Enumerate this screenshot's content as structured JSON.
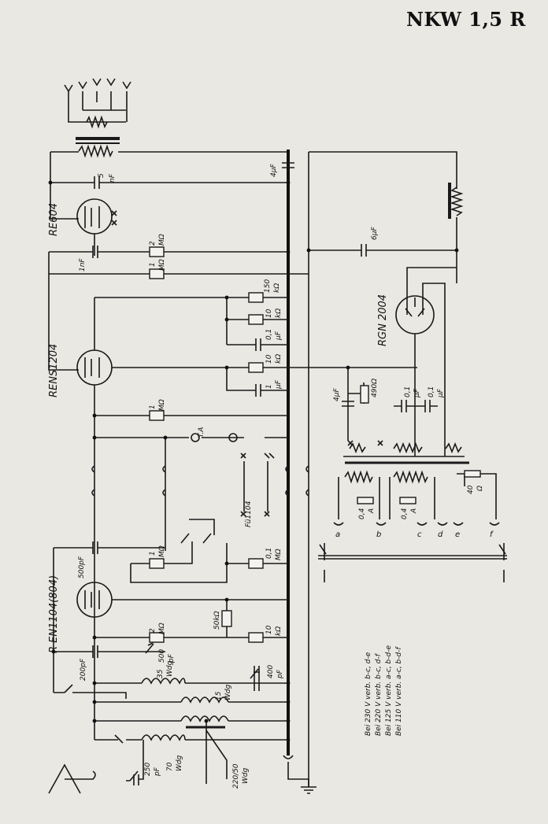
{
  "title": "NKW 1,5 R",
  "tubes": [
    "RE604",
    "RENS1204",
    "R EN1104(804)",
    "RGN 2004"
  ],
  "labels": {
    "c_5nF_val": "5",
    "c_5nF_unit": "nF",
    "c_4uF_top": "4µF",
    "c_1nF": "1nF",
    "r_2M_top_val": "2",
    "r_2M_top_unit": "MΩ",
    "c_6uF": "6µF",
    "r_1M_a_val": "1",
    "r_1M_a_unit": "MΩ",
    "r_150k_val": "150",
    "r_150k_unit": "kΩ",
    "r_10k_a_val": "10",
    "r_10k_a_unit": "kΩ",
    "c_01uF_a_val": "0,1",
    "c_01uF_a_unit": "µF",
    "r_10k_b_val": "10",
    "r_10k_b_unit": "kΩ",
    "c_1uF_val": "1",
    "c_1uF_unit": "µF",
    "r_1M_b_val": "1",
    "r_1M_b_unit": "MΩ",
    "ta": "T.A",
    "c_4uF_ps": "4µF",
    "r_490": "490Ω",
    "c_01uF_ps1_val": "0,1",
    "c_01uF_ps1_unit": "µF",
    "c_01uF_ps2_val": "0,1",
    "c_01uF_ps2_unit": "µF",
    "c_500pF": "500pF",
    "r_1M_c_val": "1",
    "r_1M_c_unit": "MΩ",
    "fu": "Fü1104",
    "r_01M_val": "0,1",
    "r_01M_unit": "MΩ",
    "r_50k": "50kΩ",
    "r_2M_b_val": "2",
    "r_2M_b_unit": "MΩ",
    "r_10k_c_val": "10",
    "r_10k_c_unit": "kΩ",
    "c_200pF": "200pF",
    "c_500pF_var_val": "500",
    "c_500pF_var_unit": "pF",
    "wdg_35_val": "35",
    "wdg_35_unit": "Wdg",
    "c_400pF_val": "400",
    "c_400pF_unit": "pF",
    "wdg_15_val": "15",
    "wdg_15_unit": "Wdg",
    "c_250pF_val": "250",
    "c_250pF_unit": "pF",
    "wdg_70_val": "70",
    "wdg_70_unit": "Wdg",
    "wdg_220_val": "220/50",
    "wdg_220_unit": "Wdg",
    "fuse_a_val": "0,4",
    "fuse_a_unit": "A",
    "fuse_b_val": "0,4",
    "fuse_b_unit": "A",
    "r_40_val": "40",
    "r_40_unit": "Ω"
  },
  "terminals": [
    "a",
    "b",
    "c",
    "d",
    "e",
    "f"
  ],
  "voltage_notes": [
    "Bei 230 V verb. b-c, d-e",
    "Bei 220 V verb. b-c, d-f",
    "Bei 125 V verb. a-c, b-d-e",
    "Bei 110 V verb. a-c, b-d-f"
  ]
}
